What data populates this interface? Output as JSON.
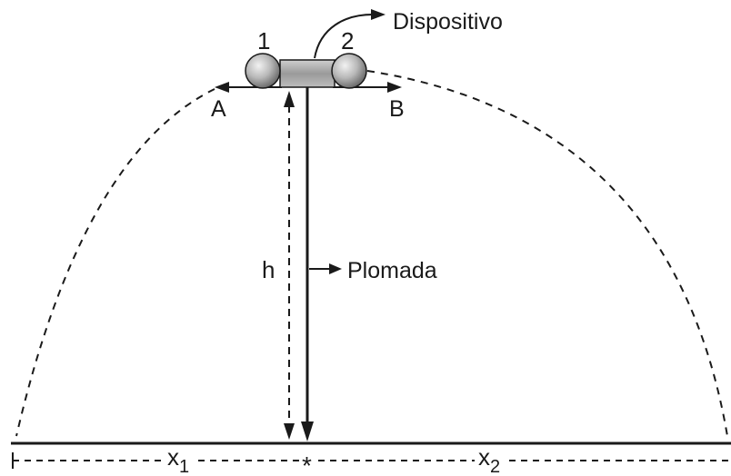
{
  "labels": {
    "ball_left": "1",
    "ball_right": "2",
    "device": "Dispositivo",
    "point_a": "A",
    "point_b": "B",
    "height": "h",
    "plumb_line": "Plomada",
    "x1_base": "x",
    "x1_sub": "1",
    "x2_base": "x",
    "x2_sub": "2",
    "impact_marker": "*"
  },
  "colors": {
    "ink": "#1a1a1a",
    "ball_fill": "#b8b8b8",
    "device_fill": "#a8a8a8"
  }
}
